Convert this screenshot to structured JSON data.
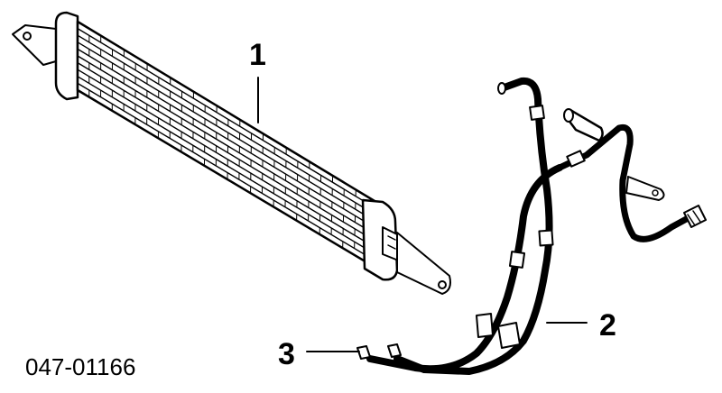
{
  "callouts": {
    "c1": "1",
    "c2": "2",
    "c3": "3"
  },
  "part_number": "047-01166",
  "colors": {
    "ink": "#000000",
    "paper": "#ffffff"
  }
}
